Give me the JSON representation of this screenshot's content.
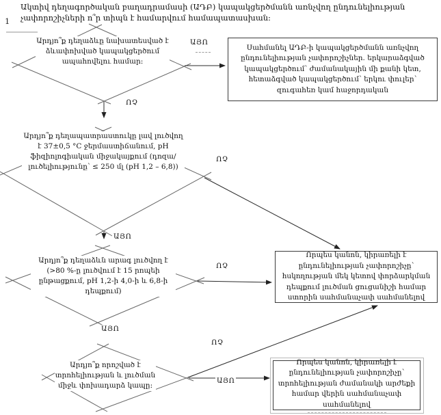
{
  "header": {
    "list_marker": "1",
    "title": "Ակտիվ դեղագործական բաղադրամասի (ԱԴԲ) կապակցերծմանն առնչվող ընդունելիության չափորոշիչների ո՞ր տիպն է համարվում համապատասխան։"
  },
  "labels": {
    "yes": "ԱՅՈ",
    "no": "ՈՉ"
  },
  "flowchart": {
    "decisions": [
      {
        "id": "modified-release",
        "text": "Արդյո՞ք դեղաձևը նախատեսված է ձևափոխված կապակցերծում ապահովելու համար։"
      },
      {
        "id": "highly-soluble",
        "text": "Արդյո՞ք դեղապատրաստուկը լավ լուծվող է 37±0,5 °C ջերմաստիճանում, pH ֆիզիոլոգիական միջակայքում (դոզա/լուծելիությունը՝ ≤ 250 մլ (pH 1,2 – 6,8))"
      },
      {
        "id": "rapidly-dissolving",
        "text": "Արդյո՞ք դեղաձևն արագ լուծվող է (>80 %-ը լուծվում է 15 րոպեի ընթացքում, pH 1,2-ի 4,0-ի և 6,8-ի դեպքում)"
      },
      {
        "id": "disintegration-dissolution-relationship",
        "text": "Արդյո՞ք որոշված է տրոհելիության և լուծման միջև փոխադարձ կապը։"
      }
    ],
    "outcomes": [
      {
        "id": "modified-release-criteria",
        "text": "Սահմանել ԱԴԲ-ի կապակցերծմանն առնչվող ընդունելիության չափորոշիչներ. երկարաձգված կապակցերծում՝ ժամանակային մի քանի կետ, հետաձգված կապակցերծում՝ երկու փուլեր՝ զուգահեռ կամ հաջորդական"
      },
      {
        "id": "single-point-dissolution-criteria",
        "text": "Որպես կանոն, կիրառելի է ընդունելիության չափորոշիչը՝ հսկողության մեկ կետով փորձարկման դեպքում լուծման ցուցանիշի համար ստորին սահմանաչափ սահմանելով"
      },
      {
        "id": "disintegration-time-criteria",
        "text": "Որպես կանոն, կիրառելի է ընդունելիության չափորոշիչը՝ տրոհելիության ժամանակի արժեքի համար վերին սահմանաչափ սահմանելով"
      }
    ]
  }
}
